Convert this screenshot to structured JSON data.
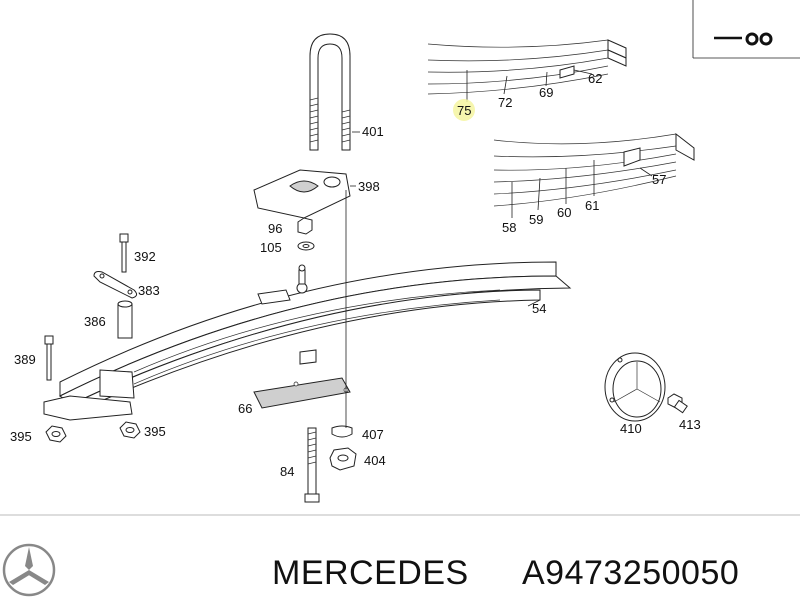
{
  "brand": "MERCEDES",
  "part_number": "A9473250050",
  "callouts": {
    "c75": "75",
    "c72": "72",
    "c69": "69",
    "c62": "62",
    "c57": "57",
    "c58": "58",
    "c59": "59",
    "c60": "60",
    "c61": "61",
    "c401": "401",
    "c398": "398",
    "c96": "96",
    "c105": "105",
    "c392": "392",
    "c383": "383",
    "c386": "386",
    "c389": "389",
    "c54": "54",
    "c66": "66",
    "c395a": "395",
    "c395b": "395",
    "c407": "407",
    "c404": "404",
    "c84": "84",
    "c410": "410",
    "c413": "413"
  },
  "highlight_color": "#f4f4a0"
}
